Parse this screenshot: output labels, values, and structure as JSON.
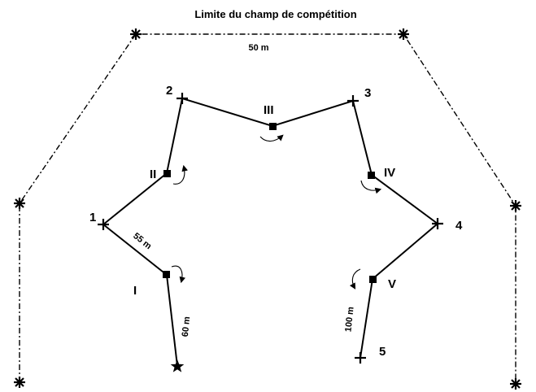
{
  "diagram": {
    "title": "Limite du champ de compétition",
    "boundary_distance": "50 m",
    "turning_points": [
      "1",
      "2",
      "3",
      "4",
      "5"
    ],
    "buoys": [
      "I",
      "II",
      "III",
      "IV",
      "V"
    ],
    "distances": {
      "start_leg": "60 m",
      "leg_1": "55 m",
      "last_leg": "100 m"
    }
  }
}
